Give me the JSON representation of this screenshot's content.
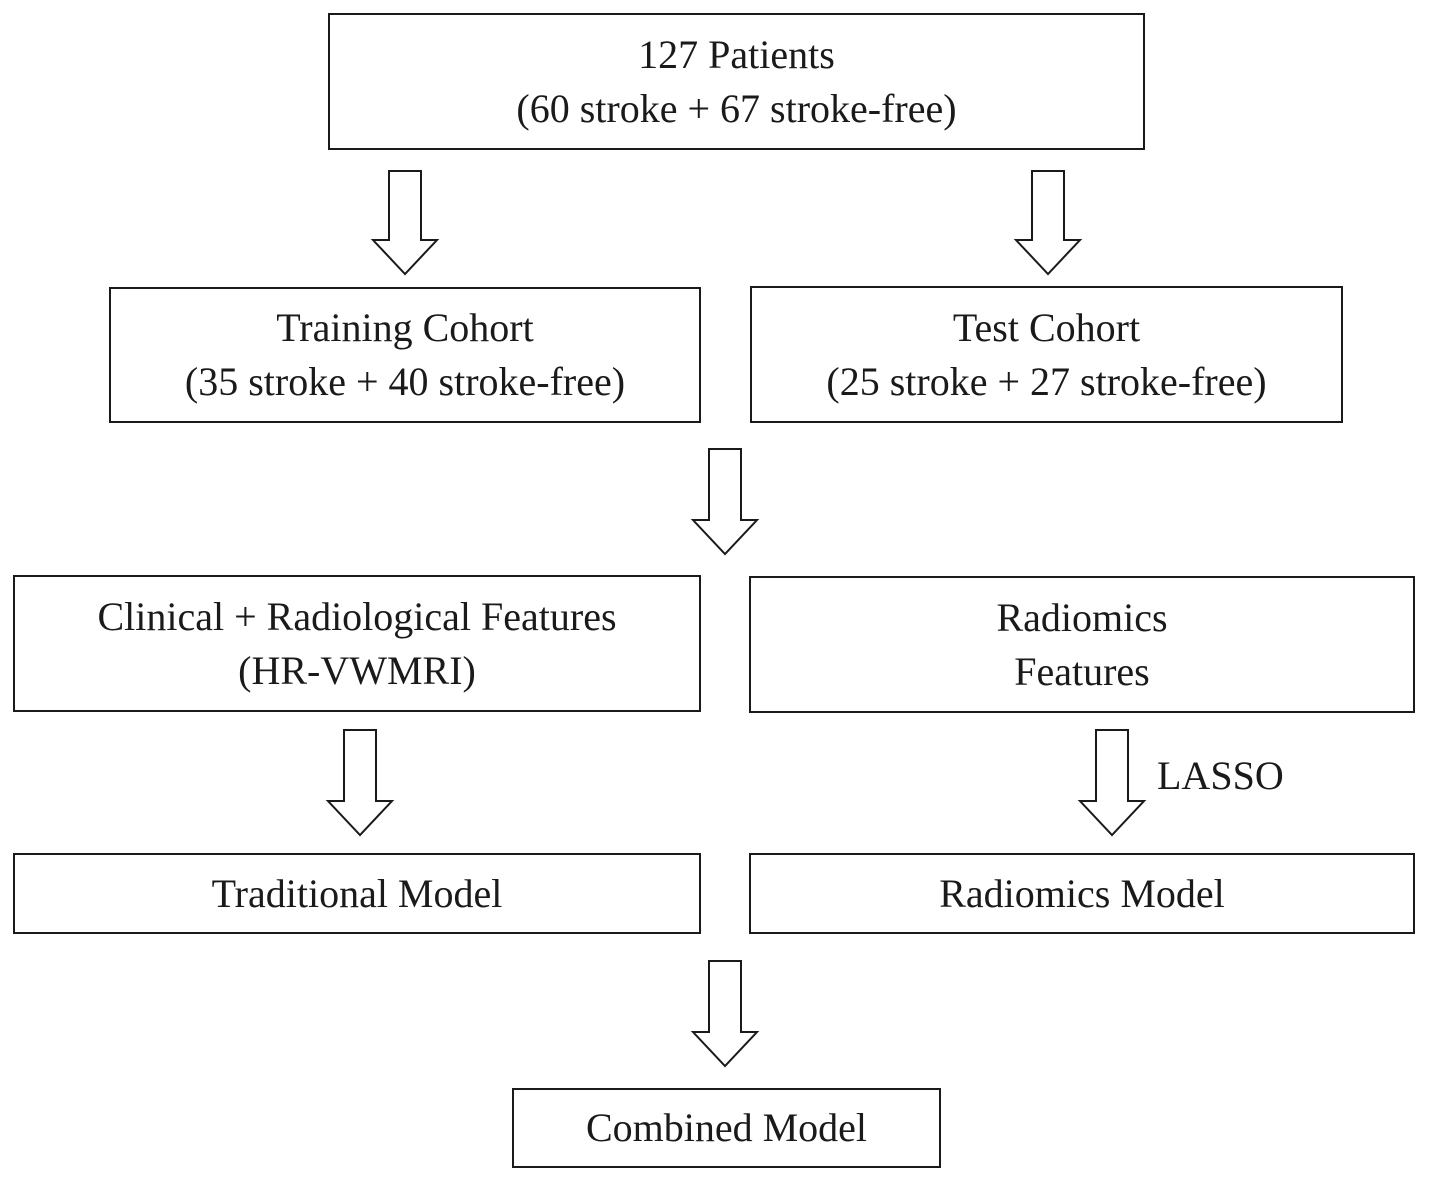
{
  "nodes": {
    "patients": {
      "line1": "127 Patients",
      "line2": "(60 stroke + 67 stroke-free)"
    },
    "training": {
      "line1": "Training Cohort",
      "line2": "(35 stroke + 40 stroke-free)"
    },
    "test": {
      "line1": "Test Cohort",
      "line2": "(25 stroke + 27 stroke-free)"
    },
    "clinical": {
      "line1": "Clinical + Radiological Features",
      "line2": "(HR-VWMRI)"
    },
    "radiomics_features": {
      "line1": "Radiomics",
      "line2": "Features"
    },
    "traditional_model": {
      "label": "Traditional Model"
    },
    "radiomics_model": {
      "label": "Radiomics Model"
    },
    "combined_model": {
      "label": "Combined Model"
    }
  },
  "edges": [
    {
      "from": "patients",
      "to": "training",
      "label": ""
    },
    {
      "from": "patients",
      "to": "test",
      "label": ""
    },
    {
      "from": "training",
      "to": "clinical",
      "label": ""
    },
    {
      "from": "clinical",
      "to": "traditional_model",
      "label": ""
    },
    {
      "from": "radiomics_features",
      "to": "radiomics_model",
      "label": "LASSO"
    },
    {
      "from": "traditional_model",
      "to": "combined_model",
      "label": ""
    }
  ]
}
